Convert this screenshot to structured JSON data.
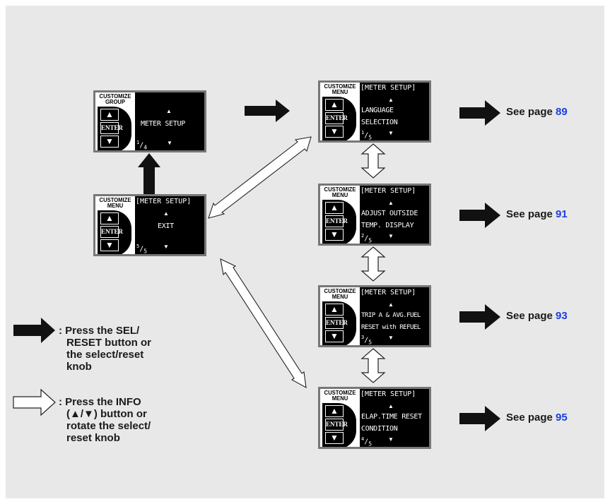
{
  "screens": {
    "group": {
      "header": [
        "CUSTOMIZE",
        "GROUP"
      ],
      "title": "",
      "line1": "METER SETUP",
      "line2": "",
      "page_num": "1",
      "page_den": "4"
    },
    "exit": {
      "header": [
        "CUSTOMIZE",
        "MENU"
      ],
      "title": "[METER SETUP]",
      "line1": "EXIT",
      "line2": "",
      "page_num": "5",
      "page_den": "5"
    },
    "language": {
      "header": [
        "CUSTOMIZE",
        "MENU"
      ],
      "title": "[METER SETUP]",
      "line1": "LANGUAGE",
      "line2": "SELECTION",
      "page_num": "1",
      "page_den": "5"
    },
    "outside_temp": {
      "header": [
        "CUSTOMIZE",
        "MENU"
      ],
      "title": "[METER SETUP]",
      "line1": "ADJUST OUTSIDE",
      "line2": "TEMP. DISPLAY",
      "page_num": "2",
      "page_den": "5"
    },
    "trip": {
      "header": [
        "CUSTOMIZE",
        "MENU"
      ],
      "title": "[METER SETUP]",
      "line1": "TRIP A & AVG.FUEL",
      "line2": "RESET with REFUEL",
      "page_num": "3",
      "page_den": "5"
    },
    "elap": {
      "header": [
        "CUSTOMIZE",
        "MENU"
      ],
      "title": "[METER SETUP]",
      "line1": "ELAP.TIME RESET",
      "line2": "CONDITION",
      "page_num": "4",
      "page_den": "5"
    }
  },
  "buttons": {
    "up": "▲",
    "enter": "ENTER",
    "down": "▼"
  },
  "see_page": {
    "prefix": "See page",
    "p1": "89",
    "p2": "91",
    "p3": "93",
    "p4": "95"
  },
  "legend": {
    "black_arrow": [
      ": Press the SEL/",
      "RESET button or",
      "the select/reset",
      "knob"
    ],
    "white_arrow": [
      ": Press the INFO",
      "(▲/▼) button or",
      "rotate the select/",
      "reset knob"
    ]
  },
  "colors": {
    "link": "#1a3fe0",
    "panel": "#e8e8e8",
    "screen": "#000000"
  }
}
